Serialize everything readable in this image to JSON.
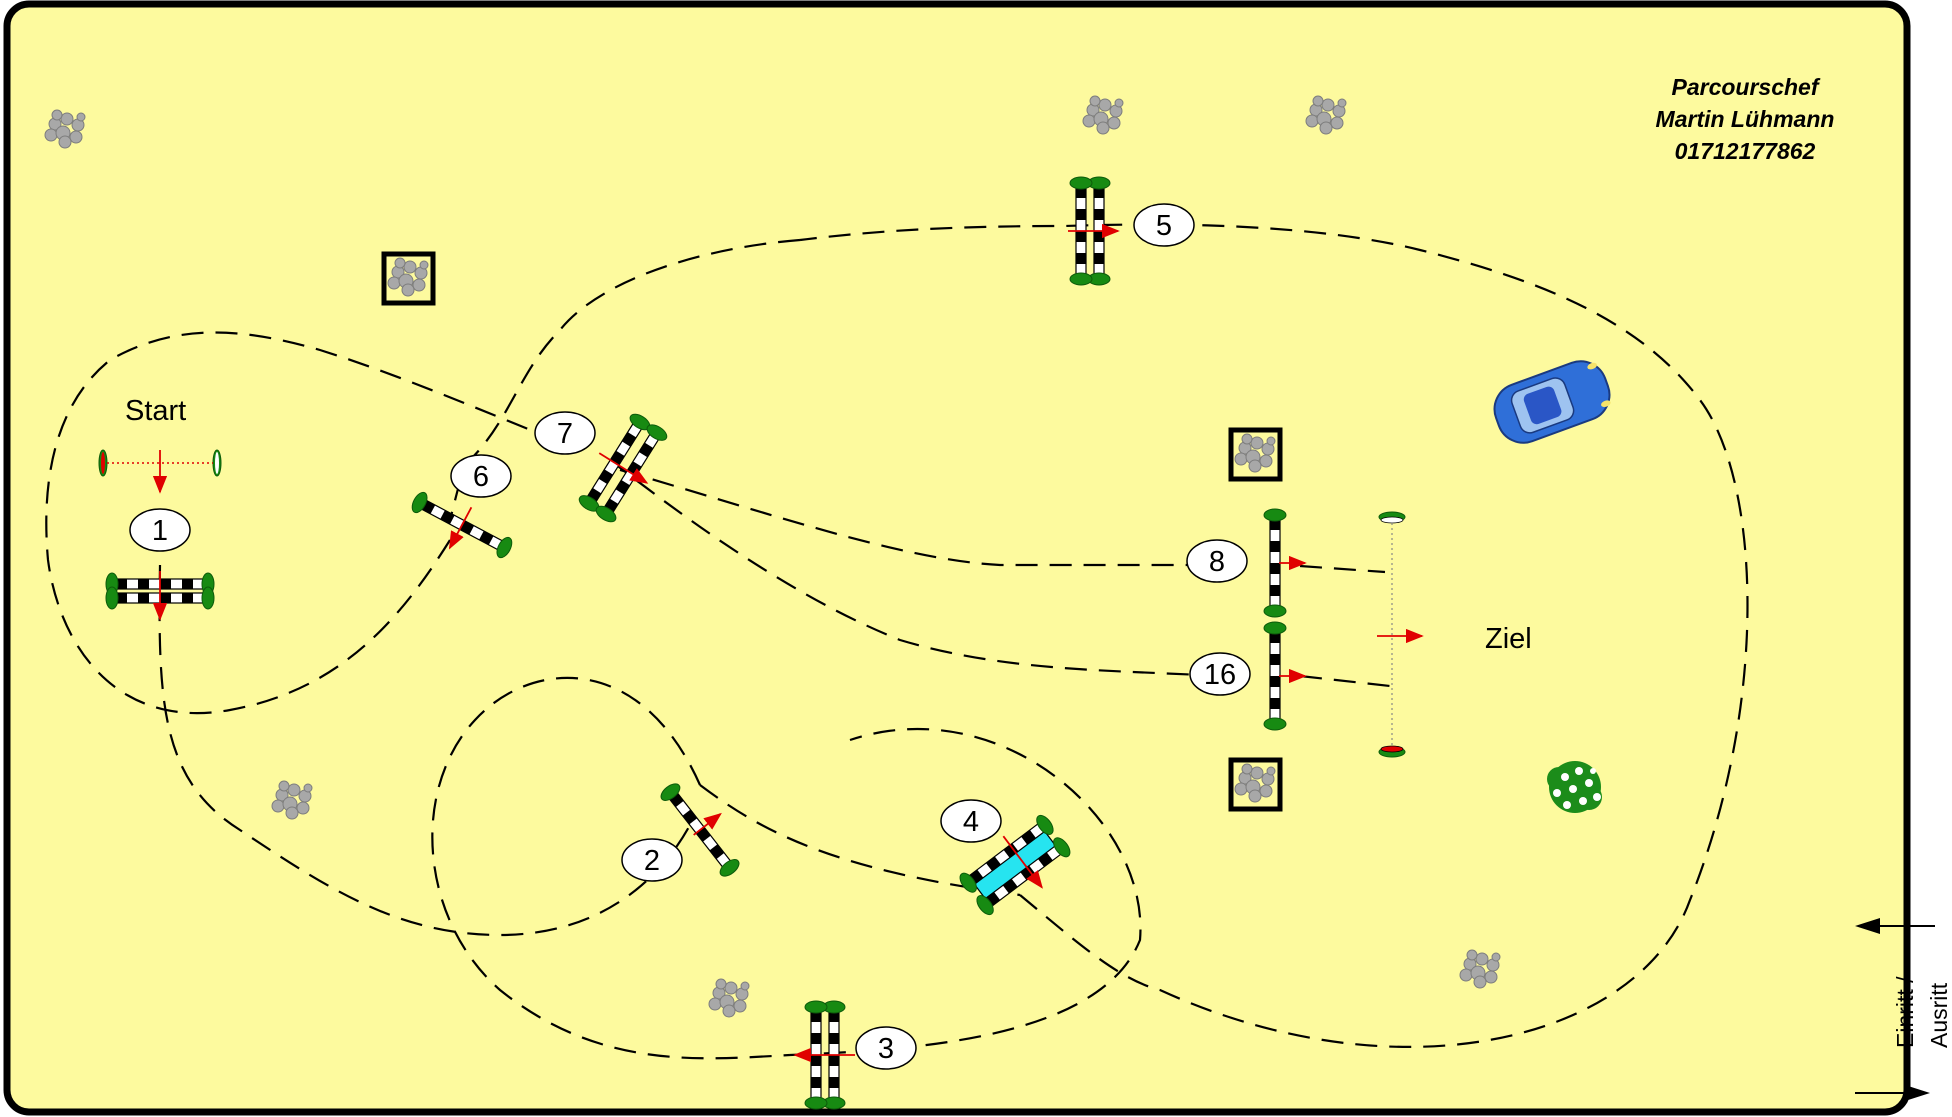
{
  "header": {
    "role_label": "Parcourschef",
    "name": "Martin Lühmann",
    "phone": "01712177862"
  },
  "labels": {
    "start": "Start",
    "finish": "Ziel",
    "entry": "Einritt /",
    "exit": "Ausritt"
  },
  "obstacles": [
    {
      "number": "1",
      "type": "oxer"
    },
    {
      "number": "2",
      "type": "vertical"
    },
    {
      "number": "3",
      "type": "oxer"
    },
    {
      "number": "4",
      "type": "oxer-water"
    },
    {
      "number": "5",
      "type": "oxer"
    },
    {
      "number": "6",
      "type": "vertical"
    },
    {
      "number": "7",
      "type": "oxer"
    },
    {
      "number": "8",
      "type": "vertical"
    },
    {
      "number": "16",
      "type": "vertical"
    }
  ],
  "colors": {
    "arena": "#fdfa9e",
    "route": "#000000",
    "direction_arrow": "#e00000",
    "hedge": "#178a12",
    "water_tray": "#26e4f0",
    "stones": "#a8a8a8"
  },
  "icons": [
    "car-icon",
    "flower-bush-icon",
    "stone-pile-icon",
    "stone-planter-icon"
  ]
}
